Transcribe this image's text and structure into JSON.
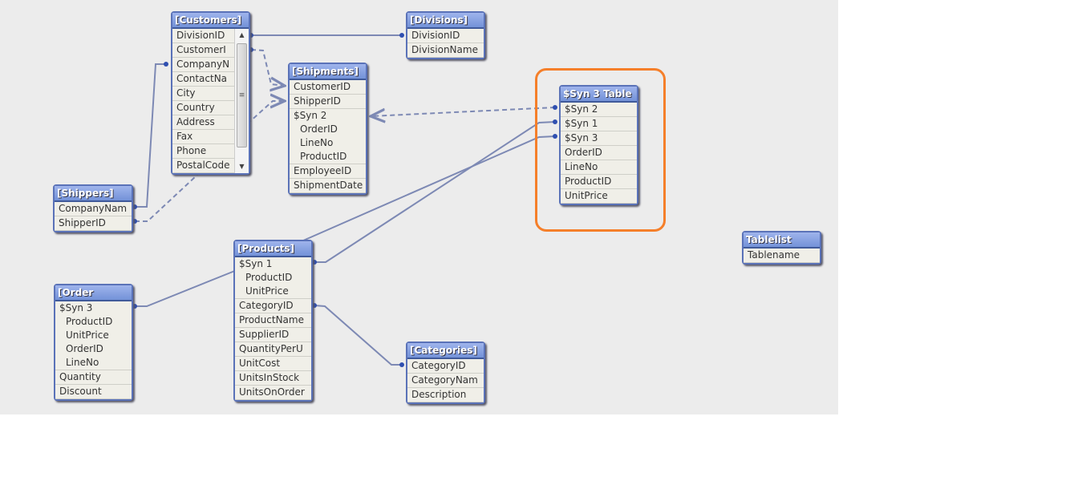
{
  "tables": {
    "customers": {
      "title": "[Customers]",
      "fields": [
        "DivisionID",
        "CustomerI",
        "CompanyN",
        "ContactNa",
        "City",
        "Country",
        "Address",
        "Fax",
        "Phone",
        "PostalCode"
      ]
    },
    "divisions": {
      "title": "[Divisions]",
      "fields": [
        "DivisionID",
        "DivisionName"
      ]
    },
    "shipments": {
      "title": "[Shipments]",
      "fields": [
        "CustomerID",
        "ShipperID",
        "$Syn 2",
        "OrderID",
        "LineNo",
        "ProductID",
        "EmployeeID",
        "ShipmentDate"
      ]
    },
    "shippers": {
      "title": "[Shippers]",
      "fields": [
        "CompanyNam",
        "ShipperID"
      ]
    },
    "syn3": {
      "title": "$Syn 3 Table",
      "fields": [
        "$Syn 2",
        "$Syn 1",
        "$Syn 3",
        "OrderID",
        "LineNo",
        "ProductID",
        "UnitPrice"
      ]
    },
    "tablelist": {
      "title": "Tablelist",
      "fields": [
        "Tablename"
      ]
    },
    "products": {
      "title": "[Products]",
      "fields": [
        "$Syn 1",
        "ProductID",
        "UnitPrice",
        "CategoryID",
        "ProductName",
        "SupplierID",
        "QuantityPerU",
        "UnitCost",
        "UnitsInStock",
        "UnitsOnOrder"
      ]
    },
    "order": {
      "title": "[Order",
      "fields": [
        "$Syn 3",
        "ProductID",
        "UnitPrice",
        "OrderID",
        "LineNo",
        "Quantity",
        "Discount"
      ]
    },
    "categories": {
      "title": "[Categories]",
      "fields": [
        "CategoryID",
        "CategoryNam",
        "Description"
      ]
    }
  },
  "colors": {
    "link": "#7d89b4",
    "highlight": "#f57f2a",
    "title_bar": "#7392d8"
  }
}
